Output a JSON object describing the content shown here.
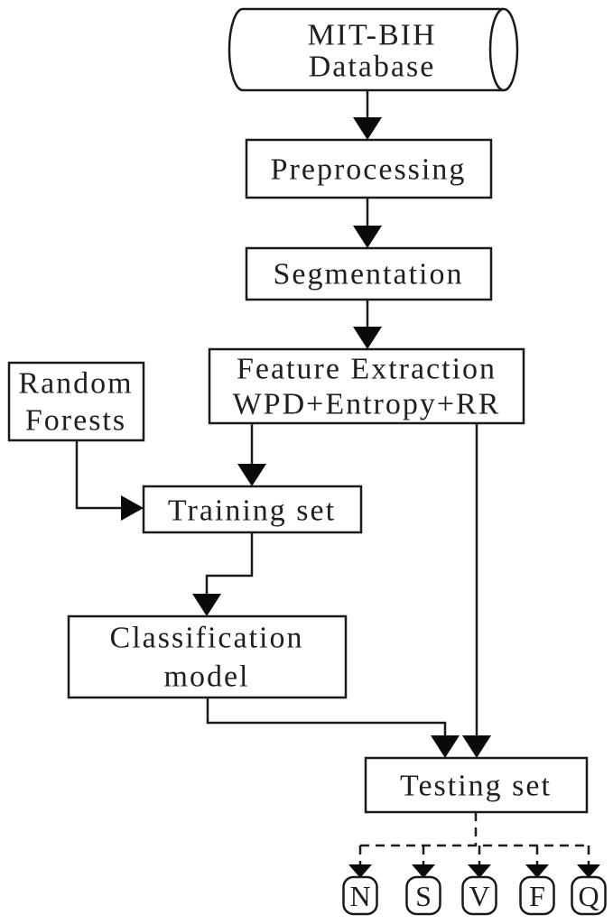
{
  "colors": {
    "background": "#ffffff",
    "stroke": "#1a1a1a",
    "arrow_fill": "#0a0a0a",
    "text": "#1f1f1f"
  },
  "diagram": {
    "database": {
      "line1": "MIT-BIH",
      "line2": "Database"
    },
    "preprocessing": {
      "label": "Preprocessing"
    },
    "segmentation": {
      "label": "Segmentation"
    },
    "feature_extraction": {
      "line1": "Feature Extraction",
      "line2": "WPD+Entropy+RR"
    },
    "random_forests": {
      "line1": "Random",
      "line2": "Forests"
    },
    "training_set": {
      "label": "Training set"
    },
    "classification_model": {
      "line1": "Classification",
      "line2": "model"
    },
    "testing_set": {
      "label": "Testing set"
    },
    "classes": [
      {
        "label": "N"
      },
      {
        "label": "S"
      },
      {
        "label": "V"
      },
      {
        "label": "F"
      },
      {
        "label": "Q"
      }
    ]
  }
}
